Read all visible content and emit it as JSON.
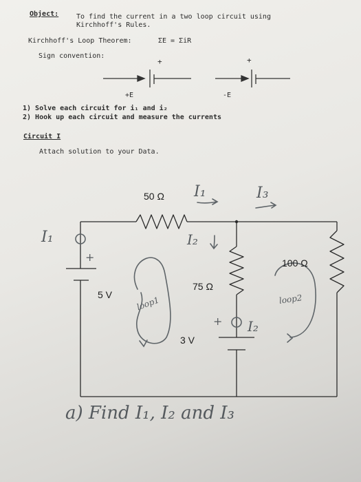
{
  "header": {
    "object_label": "Object:",
    "object_text": "To find the current in a two loop circuit using",
    "object_text2": "Kirchhoff's Rules.",
    "theorem_label": "Kirchhoff's Loop Theorem:",
    "theorem_formula": "ΣE = ΣiR",
    "sign_label": "Sign convention:"
  },
  "sign": {
    "plus_left": "+",
    "plus_right": "+",
    "label_left": "+E",
    "label_right": "-E"
  },
  "steps": {
    "step1": "1) Solve each circuit for i₁ and i₂",
    "step2": "2) Hook up each circuit and measure the currents"
  },
  "circuit": {
    "heading": "Circuit I",
    "instruction": "Attach solution to your Data.",
    "r1": "50 Ω",
    "r2": "75 Ω",
    "r3": "100 Ω",
    "v1": "5 V",
    "v2": "3 V"
  },
  "handwriting": {
    "i1_top": "I₁",
    "i_top_right": "I₃",
    "i1_left": "I₁",
    "i2_mid": "I₂",
    "i2_low": "I₂",
    "plus1": "+",
    "plus2": "+",
    "loop1": "loop1",
    "loop2": "loop2",
    "question": "a) Find I₁, I₂ and I₃"
  }
}
